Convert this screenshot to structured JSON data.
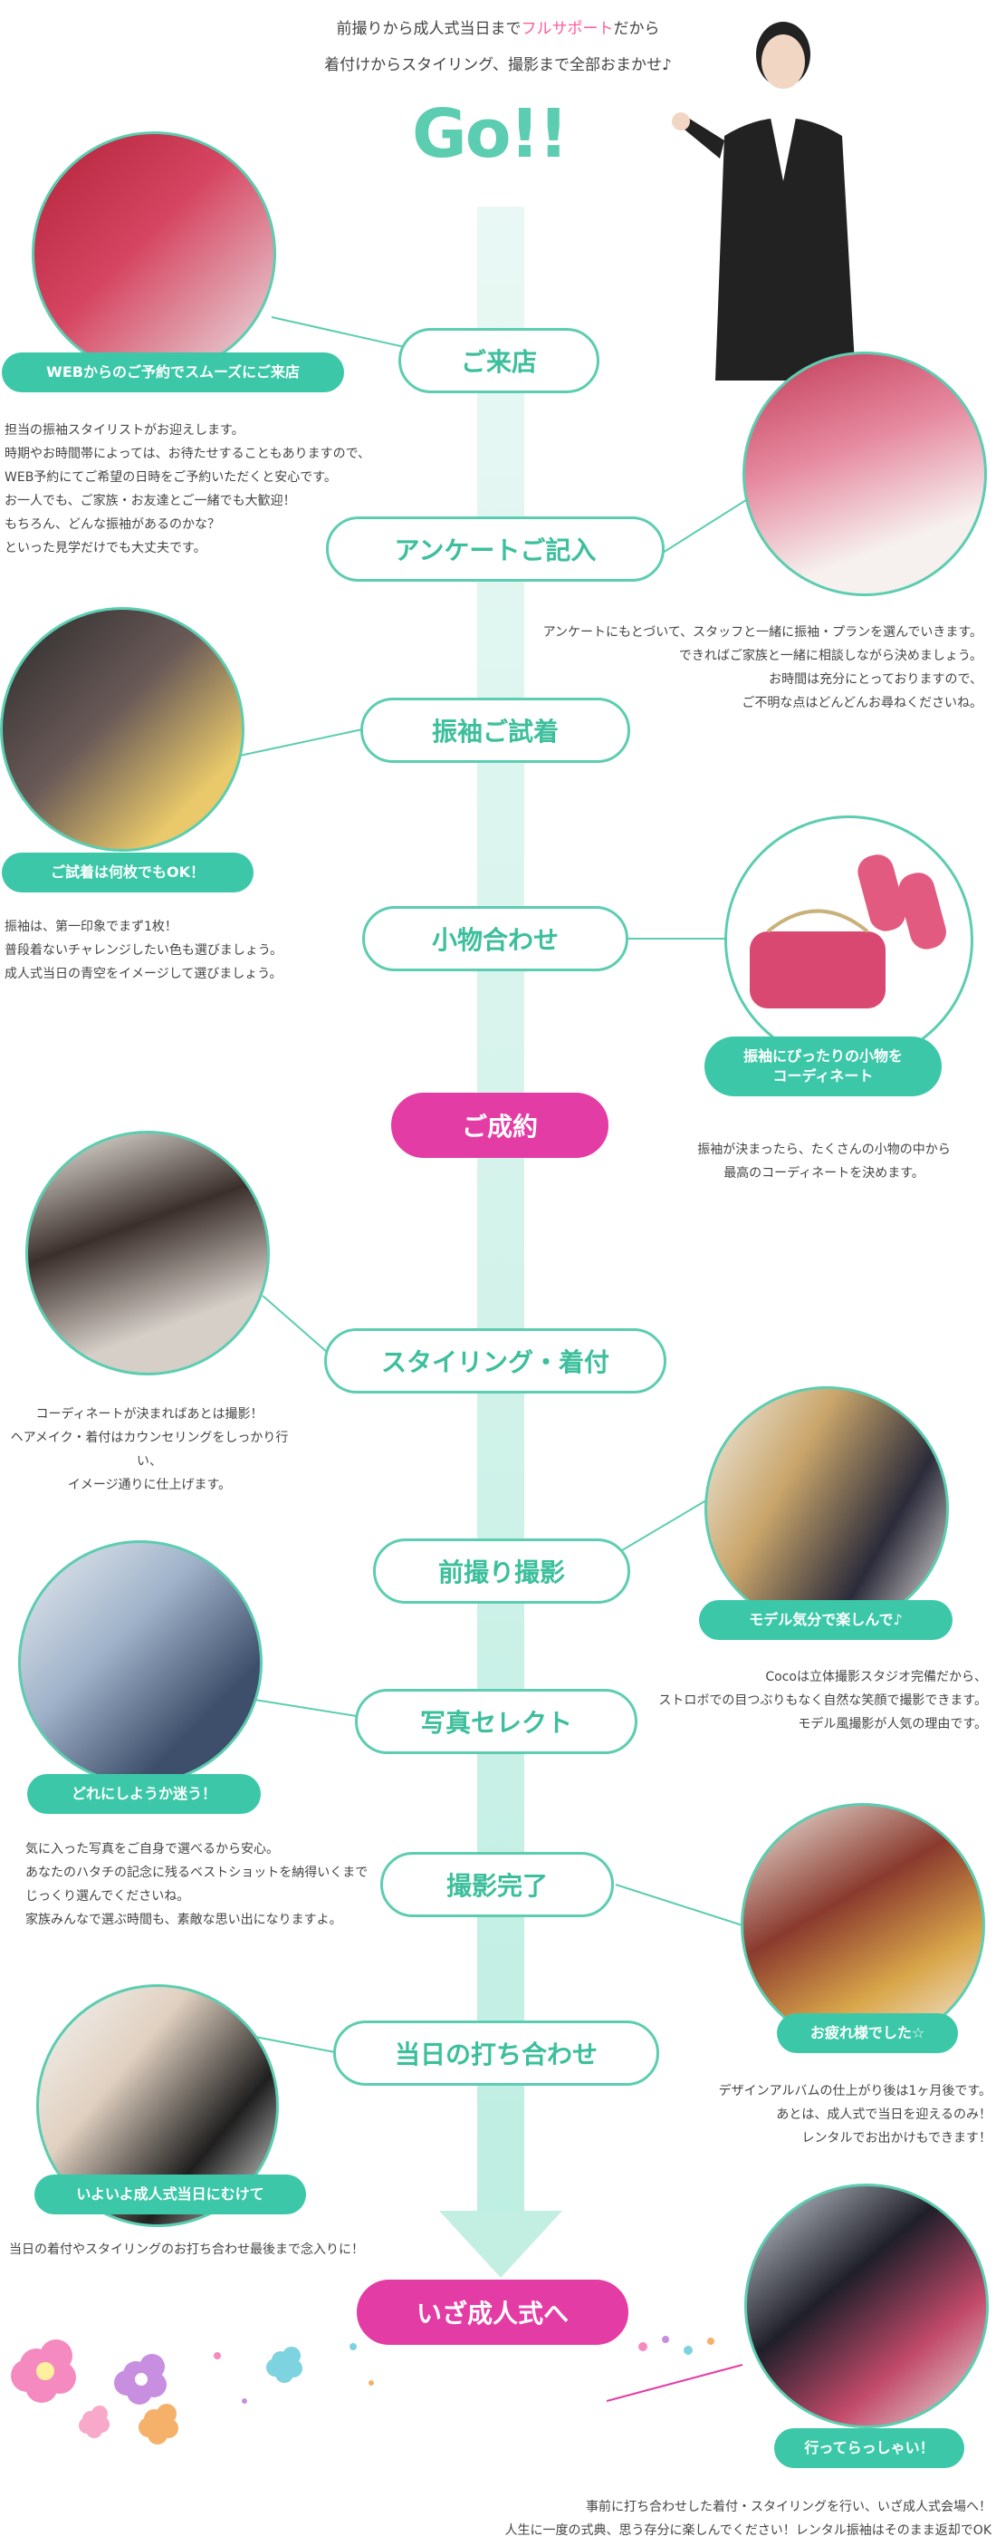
{
  "intro": {
    "line1_pre": "前撮りから成人式当日まで",
    "line1_hl": "フルサポート",
    "line1_post": "だから",
    "line2": "着付けからスタイリング、撮影まで全部おまかせ♪"
  },
  "go_label": "Go!!",
  "colors": {
    "accent": "#5ccdb0",
    "tag": "#3cc8a8",
    "pink": "#e43ca5",
    "highlight": "#ff5a9a"
  },
  "steps": [
    {
      "label": "ご来店",
      "tag": "WEBからのご予約でスムーズにご来店",
      "desc": [
        "担当の振袖スタイリストがお迎えします。",
        "時期やお時間帯によっては、お待たせすることもありますので、",
        "WEB予約にてご希望の日時をご予約いただくと安心です。",
        "お一人でも、ご家族・お友達とご一緒でも大歓迎！",
        "もちろん、どんな振袖があるのかな？",
        "といった見学だけでも大丈夫です。"
      ]
    },
    {
      "label": "アンケートご記入",
      "desc": [
        "アンケートにもとづいて、スタッフと一緒に振袖・プランを選んでいきます。",
        "できればご家族と一緒に相談しながら決めましょう。",
        "お時間は充分にとっておりますので、",
        "ご不明な点はどんどんお尋ねくださいね。"
      ]
    },
    {
      "label": "振袖ご試着",
      "tag": "ご試着は何枚でもOK！",
      "desc": [
        "振袖は、第一印象でまず1枚！",
        "普段着ないチャレンジしたい色も選びましょう。",
        "成人式当日の青空をイメージして選びましょう。"
      ]
    },
    {
      "label": "小物合わせ",
      "tag": "振袖にぴったりの小物を\nコーディネート",
      "desc": [
        "振袖が決まったら、たくさんの小物の中から",
        "最高のコーディネートを決めます。"
      ]
    },
    {
      "label": "ご成約"
    },
    {
      "label": "スタイリング・着付",
      "desc": [
        "コーディネートが決まればあとは撮影！",
        "ヘアメイク・着付はカウンセリングをしっかり行い、",
        "イメージ通りに仕上げます。"
      ]
    },
    {
      "label": "前撮り撮影",
      "tag": "モデル気分で楽しんで♪",
      "desc": [
        "Cocoは立体撮影スタジオ完備だから、",
        "ストロボでの目つぶりもなく自然な笑顔で撮影できます。",
        "モデル風撮影が人気の理由です。"
      ]
    },
    {
      "label": "写真セレクト",
      "tag": "どれにしようか迷う！",
      "desc": [
        "気に入った写真をご自身で選べるから安心。",
        "あなたのハタチの記念に残るベストショットを納得いくまで",
        "じっくり選んでくださいね。",
        "家族みんなで選ぶ時間も、素敵な思い出になりますよ。"
      ]
    },
    {
      "label": "撮影完了",
      "tag": "お疲れ様でした☆",
      "desc": [
        "デザインアルバムの仕上がり後は1ヶ月後です。",
        "あとは、成人式で当日を迎えるのみ！",
        "レンタルでお出かけもできます！"
      ]
    },
    {
      "label": "当日の打ち合わせ",
      "tag": "いよいよ成人式当日にむけて",
      "desc": [
        "当日の着付やスタイリングのお打ち合わせ最後まで念入りに！"
      ]
    },
    {
      "label": "いざ成人式へ",
      "tag": "行ってらっしゃい！",
      "desc": [
        "事前に打ち合わせした着付・スタイリングを行い、いざ成人式会場へ！",
        "人生に一度の式典、思う存分に楽しんでください！レンタル振袖はそのまま返却でOK"
      ]
    }
  ]
}
